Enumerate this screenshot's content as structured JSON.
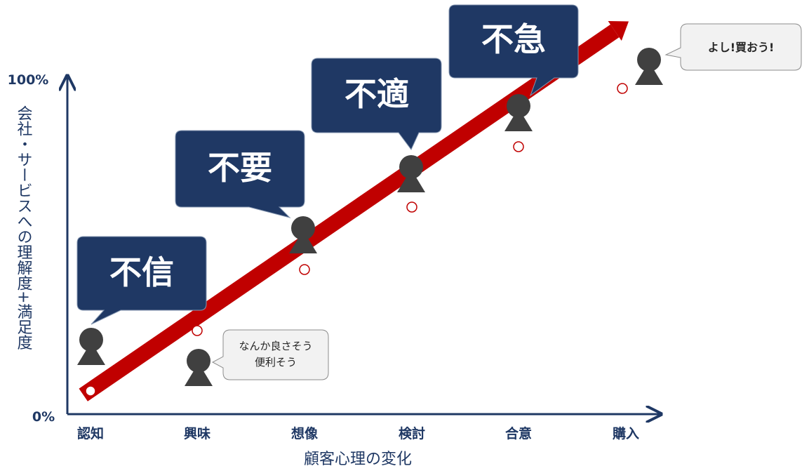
{
  "axis": {
    "y_max_label": "100%",
    "y_min_label": "0%",
    "y_title": "会社・サービスへの理解度+満足度",
    "x_title": "顧客心理の変化"
  },
  "stages": [
    "認知",
    "興味",
    "想像",
    "検討",
    "合意",
    "購入"
  ],
  "barriers": [
    {
      "stage": "認知",
      "text": "不信"
    },
    {
      "stage": "想像",
      "text": "不要"
    },
    {
      "stage": "検討",
      "text": "不適"
    },
    {
      "stage": "合意",
      "text": "不急"
    }
  ],
  "thoughts": {
    "interest": [
      "なんか良さそう",
      "便利そう"
    ],
    "purchase": "よし!買おう!"
  },
  "colors": {
    "axis": "#1f3864",
    "arrow": "#c00000",
    "bubble_dark": "#1f3864",
    "bubble_light": "#f2f2f2",
    "person": "#404040"
  },
  "icons": [
    "person-icon",
    "speech-bubble",
    "progress-arrow"
  ]
}
